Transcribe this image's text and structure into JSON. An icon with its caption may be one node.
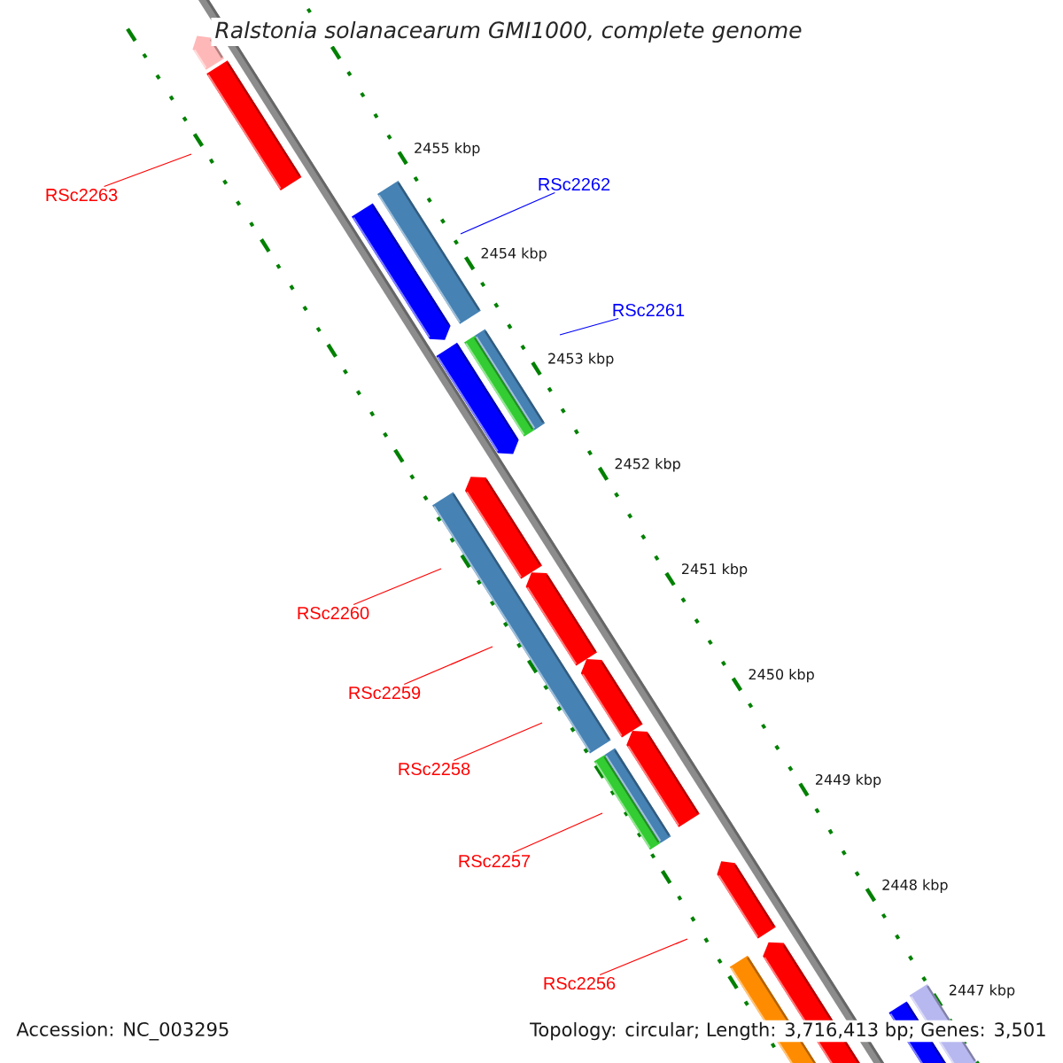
{
  "diagram": {
    "title": "Ralstonia solanacearum GMI1000, complete genome",
    "nodes": [
      {
        "text": [
          "RSc2263"
        ]
      },
      {
        "text": [
          "RSc2262"
        ]
      },
      {
        "text": [
          "RSc2261"
        ]
      },
      {
        "text": [
          "RSc2260"
        ]
      },
      {
        "text": [
          "RSc2259"
        ]
      },
      {
        "text": [
          "RSc2258"
        ]
      },
      {
        "text": [
          "RSc2257"
        ]
      },
      {
        "text": [
          "RSc2256"
        ]
      }
    ],
    "edges": [
      {
        "from": 0,
        "to": null,
        "arrow": "none"
      },
      {
        "from": 1,
        "to": null,
        "arrow": "none",
        "color": "#0000ff"
      },
      {
        "from": 2,
        "to": null,
        "arrow": "none",
        "color": "#0000ff"
      },
      {
        "from": 3,
        "to": null,
        "arrow": "none"
      },
      {
        "from": 4,
        "to": null,
        "arrow": "none"
      },
      {
        "from": 5,
        "to": null,
        "arrow": "none"
      },
      {
        "from": 6,
        "to": null,
        "arrow": "none"
      },
      {
        "from": 7,
        "to": null,
        "arrow": "none"
      }
    ],
    "labels": [
      "2455 kbp",
      "2454 kbp",
      "2453 kbp",
      "2452 kbp",
      "2451 kbp",
      "2450 kbp",
      "2449 kbp",
      "2448 kbp",
      "2447 kbp",
      "Accession: NC_003295",
      "Topology: circular; Length: 3,716,413 bp; Genes: 3,501"
    ]
  }
}
